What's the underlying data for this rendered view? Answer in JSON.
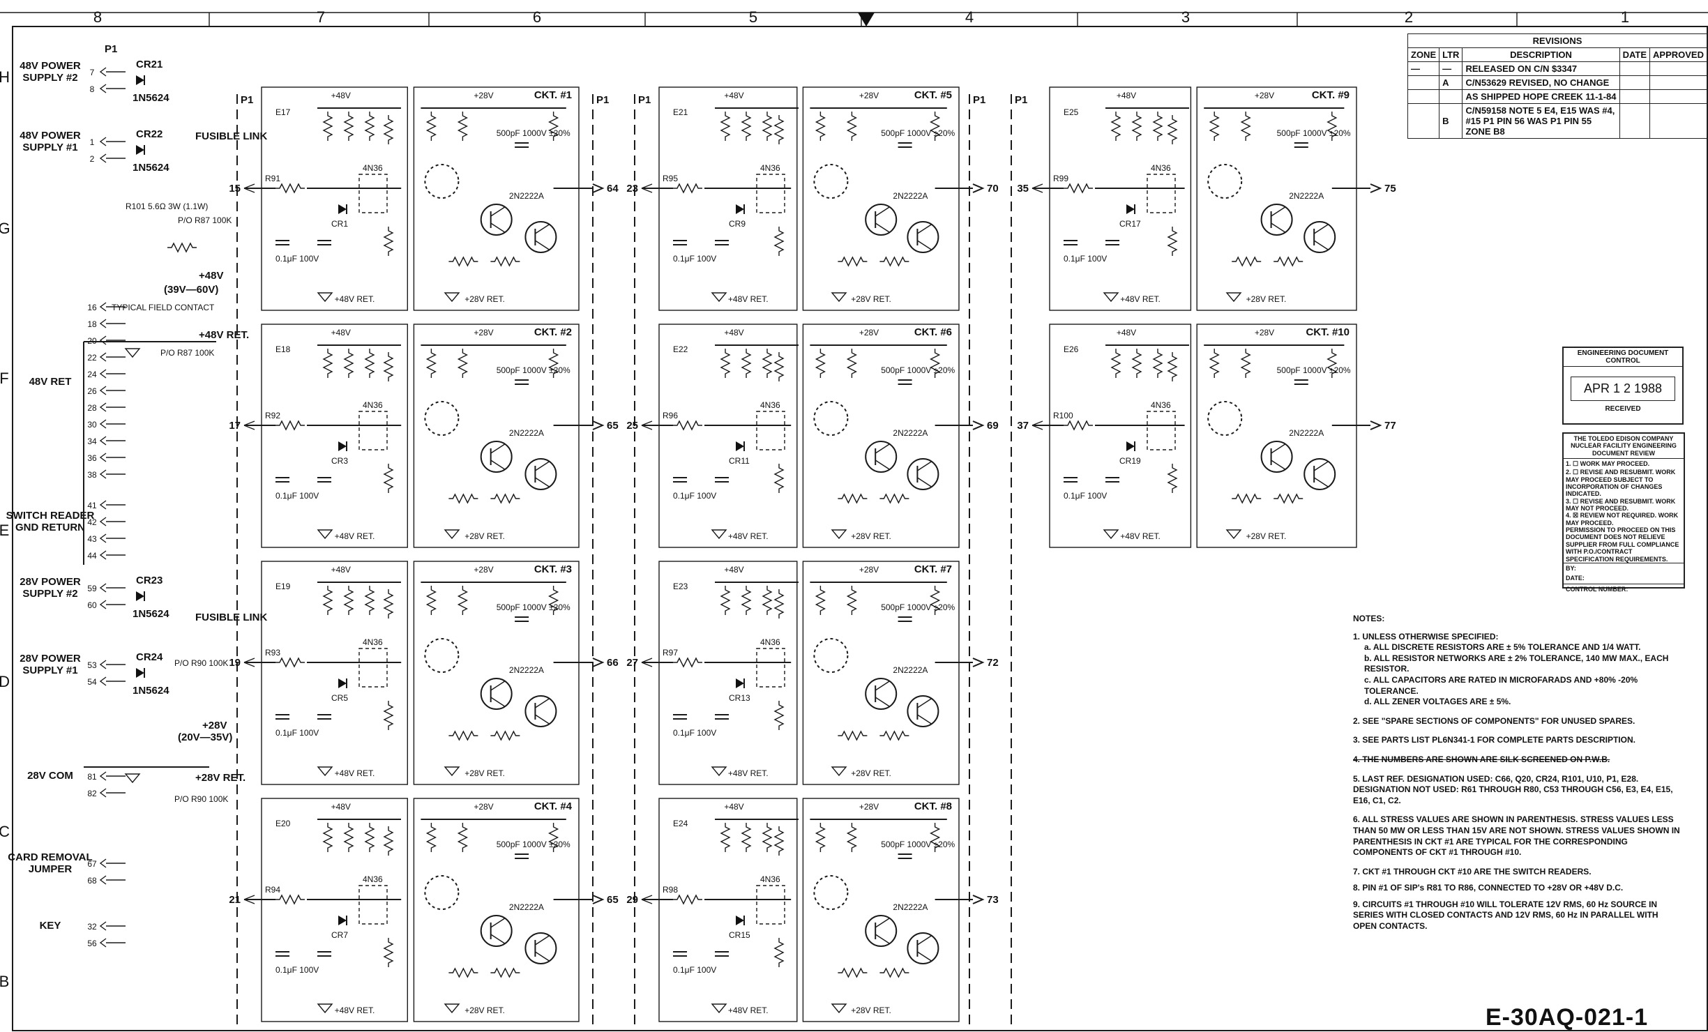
{
  "zones_top": [
    "8",
    "7",
    "6",
    "5",
    "4",
    "3",
    "2",
    "1"
  ],
  "zones_left": [
    "H",
    "G",
    "F",
    "E",
    "D",
    "C",
    "B"
  ],
  "revisions": {
    "title": "REVISIONS",
    "headers": [
      "ZONE",
      "LTR",
      "DESCRIPTION",
      "DATE",
      "APPROVED"
    ],
    "rows": [
      {
        "zone": "—",
        "ltr": "—",
        "desc": "RELEASED ON C/N $3347",
        "date": "",
        "appr": ""
      },
      {
        "zone": "",
        "ltr": "A",
        "desc": "C/N53629 REVISED, NO CHANGE",
        "date": "",
        "appr": ""
      },
      {
        "zone": "",
        "ltr": "",
        "desc": "AS SHIPPED HOPE CREEK 11-1-84",
        "date": "",
        "appr": ""
      },
      {
        "zone": "",
        "ltr": "B",
        "desc": "C/N59158 NOTE 5 E4, E15 WAS #4, #15 P1 PIN 56 WAS P1 PIN 55 ZONE B8",
        "date": "",
        "appr": ""
      }
    ]
  },
  "left_inputs": [
    {
      "id": "in-48v-2",
      "label": "48V POWER SUPPLY #2",
      "pins": [
        "7",
        "8"
      ],
      "part": "CR21",
      "diode": "1N5624"
    },
    {
      "id": "in-48v-1",
      "label": "48V POWER SUPPLY #1",
      "pins": [
        "1",
        "2"
      ],
      "part": "CR22",
      "diode": "1N5624"
    },
    {
      "id": "in-48v-ret",
      "label": "48V RET",
      "pins": [
        "16",
        "18",
        "20",
        "22",
        "24",
        "26",
        "28",
        "30",
        "34",
        "36",
        "38"
      ]
    },
    {
      "id": "in-switch-ret",
      "label": "SWITCH READER GND RETURN",
      "pins": [
        "41",
        "42",
        "43",
        "44"
      ]
    },
    {
      "id": "in-28v-2",
      "label": "28V POWER SUPPLY #2",
      "pins": [
        "59",
        "60"
      ],
      "part": "CR23",
      "diode": "1N5624"
    },
    {
      "id": "in-28v-1",
      "label": "28V POWER SUPPLY #1",
      "pins": [
        "53",
        "54"
      ],
      "part": "CR24",
      "diode": "1N5624"
    },
    {
      "id": "in-28v-com",
      "label": "28V COM",
      "pins": [
        "81",
        "82"
      ]
    },
    {
      "id": "in-card",
      "label": "CARD REMOVAL JUMPER",
      "pins": [
        "67",
        "68"
      ]
    },
    {
      "id": "in-key",
      "label": "KEY",
      "pins": [
        "32",
        "56"
      ]
    }
  ],
  "left_misc": {
    "fusible_link": "FUSIBLE LINK",
    "r101": "R101 5.6Ω 3W (1.1W)",
    "r87_top": "P/O R87 100K",
    "r87_mid": "P/O R87 100K",
    "plus48v": "+48V",
    "plus48v_range": "(39V—60V)",
    "plus48v_ret": "+48V RET.",
    "typical_field": "TYPICAL FIELD CONTACT",
    "r90": "P/O R90 100K",
    "plus28v": "+28V",
    "plus28v_range": "(20V—35V)",
    "plus28v_ret": "+28V RET.",
    "p1": "P1"
  },
  "circuits": [
    {
      "ckt": "CKT. #1",
      "in": "15",
      "out": "64",
      "r_in": "R91",
      "zener": "CR1",
      "e": "E17"
    },
    {
      "ckt": "CKT. #2",
      "in": "17",
      "out": "65",
      "r_in": "R92",
      "zener": "CR3",
      "e": "E18"
    },
    {
      "ckt": "CKT. #3",
      "in": "19",
      "out": "66",
      "r_in": "R93",
      "zener": "CR5",
      "e": "E19"
    },
    {
      "ckt": "CKT. #4",
      "in": "21",
      "out": "65",
      "r_in": "R94",
      "zener": "CR7",
      "e": "E20"
    },
    {
      "ckt": "CKT. #5",
      "in": "23",
      "out": "70",
      "r_in": "R95",
      "zener": "CR9",
      "e": "E21"
    },
    {
      "ckt": "CKT. #6",
      "in": "25",
      "out": "69",
      "r_in": "R96",
      "zener": "CR11",
      "e": "E22"
    },
    {
      "ckt": "CKT. #7",
      "in": "27",
      "out": "72",
      "r_in": "R97",
      "zener": "CR13",
      "e": "E23"
    },
    {
      "ckt": "CKT. #8",
      "in": "29",
      "out": "73",
      "r_in": "R98",
      "zener": "CR15",
      "e": "E24"
    },
    {
      "ckt": "CKT. #9",
      "in": "35",
      "out": "75",
      "r_in": "R99",
      "zener": "CR17",
      "e": "E25"
    },
    {
      "ckt": "CKT. #10",
      "in": "37",
      "out": "77",
      "r_in": "R100",
      "zener": "CR19",
      "e": "E26"
    }
  ],
  "circuit_labels": {
    "plus48": "+48V",
    "plus28": "+28V",
    "ret48": "+48V RET.",
    "ret28": "+28V RET.",
    "qa": "2N2222A",
    "u": "4N36",
    "c_in": "0.1μF 100V",
    "c_out": "500pF 1000V ±20%"
  },
  "stamp": {
    "title": "ENGINEERING DOCUMENT CONTROL",
    "date": "APR 1 2 1988",
    "received": "RECEIVED"
  },
  "review": {
    "header": "THE TOLEDO EDISON COMPANY NUCLEAR FACILITY ENGINEERING DOCUMENT REVIEW",
    "items": [
      "1. ☐ WORK MAY PROCEED.",
      "2. ☐ REVISE AND RESUBMIT. WORK MAY PROCEED SUBJECT TO INCORPORATION OF CHANGES INDICATED.",
      "3. ☐ REVISE AND RESUBMIT. WORK MAY NOT PROCEED.",
      "4. ☒ REVIEW NOT REQUIRED. WORK MAY PROCEED.",
      "PERMISSION TO PROCEED ON THIS DOCUMENT DOES NOT RELIEVE SUPPLIER FROM FULL COMPLIANCE WITH P.O./CONTRACT SPECIFICATION REQUIREMENTS."
    ],
    "by": "BY:",
    "date": "DATE:",
    "control": "CONTROL NUMBER:"
  },
  "notes": {
    "title": "NOTES:",
    "items": [
      "1. UNLESS OTHERWISE SPECIFIED:",
      "a. ALL DISCRETE RESISTORS ARE ± 5% TOLERANCE AND 1/4 WATT.",
      "b. ALL RESISTOR NETWORKS ARE ± 2% TOLERANCE, 140 MW MAX., EACH RESISTOR.",
      "c. ALL CAPACITORS ARE RATED IN MICROFARADS AND +80% -20% TOLERANCE.",
      "d. ALL ZENER VOLTAGES ARE ± 5%.",
      "2. SEE \"SPARE SECTIONS OF COMPONENTS\" FOR UNUSED SPARES.",
      "3. SEE PARTS LIST PL6N341-1 FOR COMPLETE PARTS DESCRIPTION.",
      "4. THE NUMBERS ARE SHOWN ARE SILK SCREENED ON P.W.B.",
      "5. LAST REF. DESIGNATION USED: C66, Q20, CR24, R101, U10, P1, E28. DESIGNATION NOT USED: R61 THROUGH R80, C53 THROUGH C56, E3, E4, E15, E16, C1, C2.",
      "6. ALL STRESS VALUES ARE SHOWN IN PARENTHESIS. STRESS VALUES LESS THAN 50 MW OR LESS THAN 15V ARE NOT SHOWN. STRESS VALUES SHOWN IN PARENTHESIS IN CKT #1 ARE TYPICAL FOR THE CORRESPONDING COMPONENTS OF CKT #1 THROUGH #10.",
      "7. CKT #1 THROUGH CKT #10 ARE THE SWITCH READERS.",
      "8. PIN #1 OF SIP's R81 TO R86, CONNECTED TO +28V OR +48V D.C.",
      "9. CIRCUITS #1 THROUGH #10 WILL TOLERATE 12V RMS, 60 Hz SOURCE IN SERIES WITH CLOSED CONTACTS AND 12V RMS, 60 Hz IN PARALLEL WITH OPEN CONTACTS."
    ]
  },
  "doc_number": "E-30AQ-021-1"
}
